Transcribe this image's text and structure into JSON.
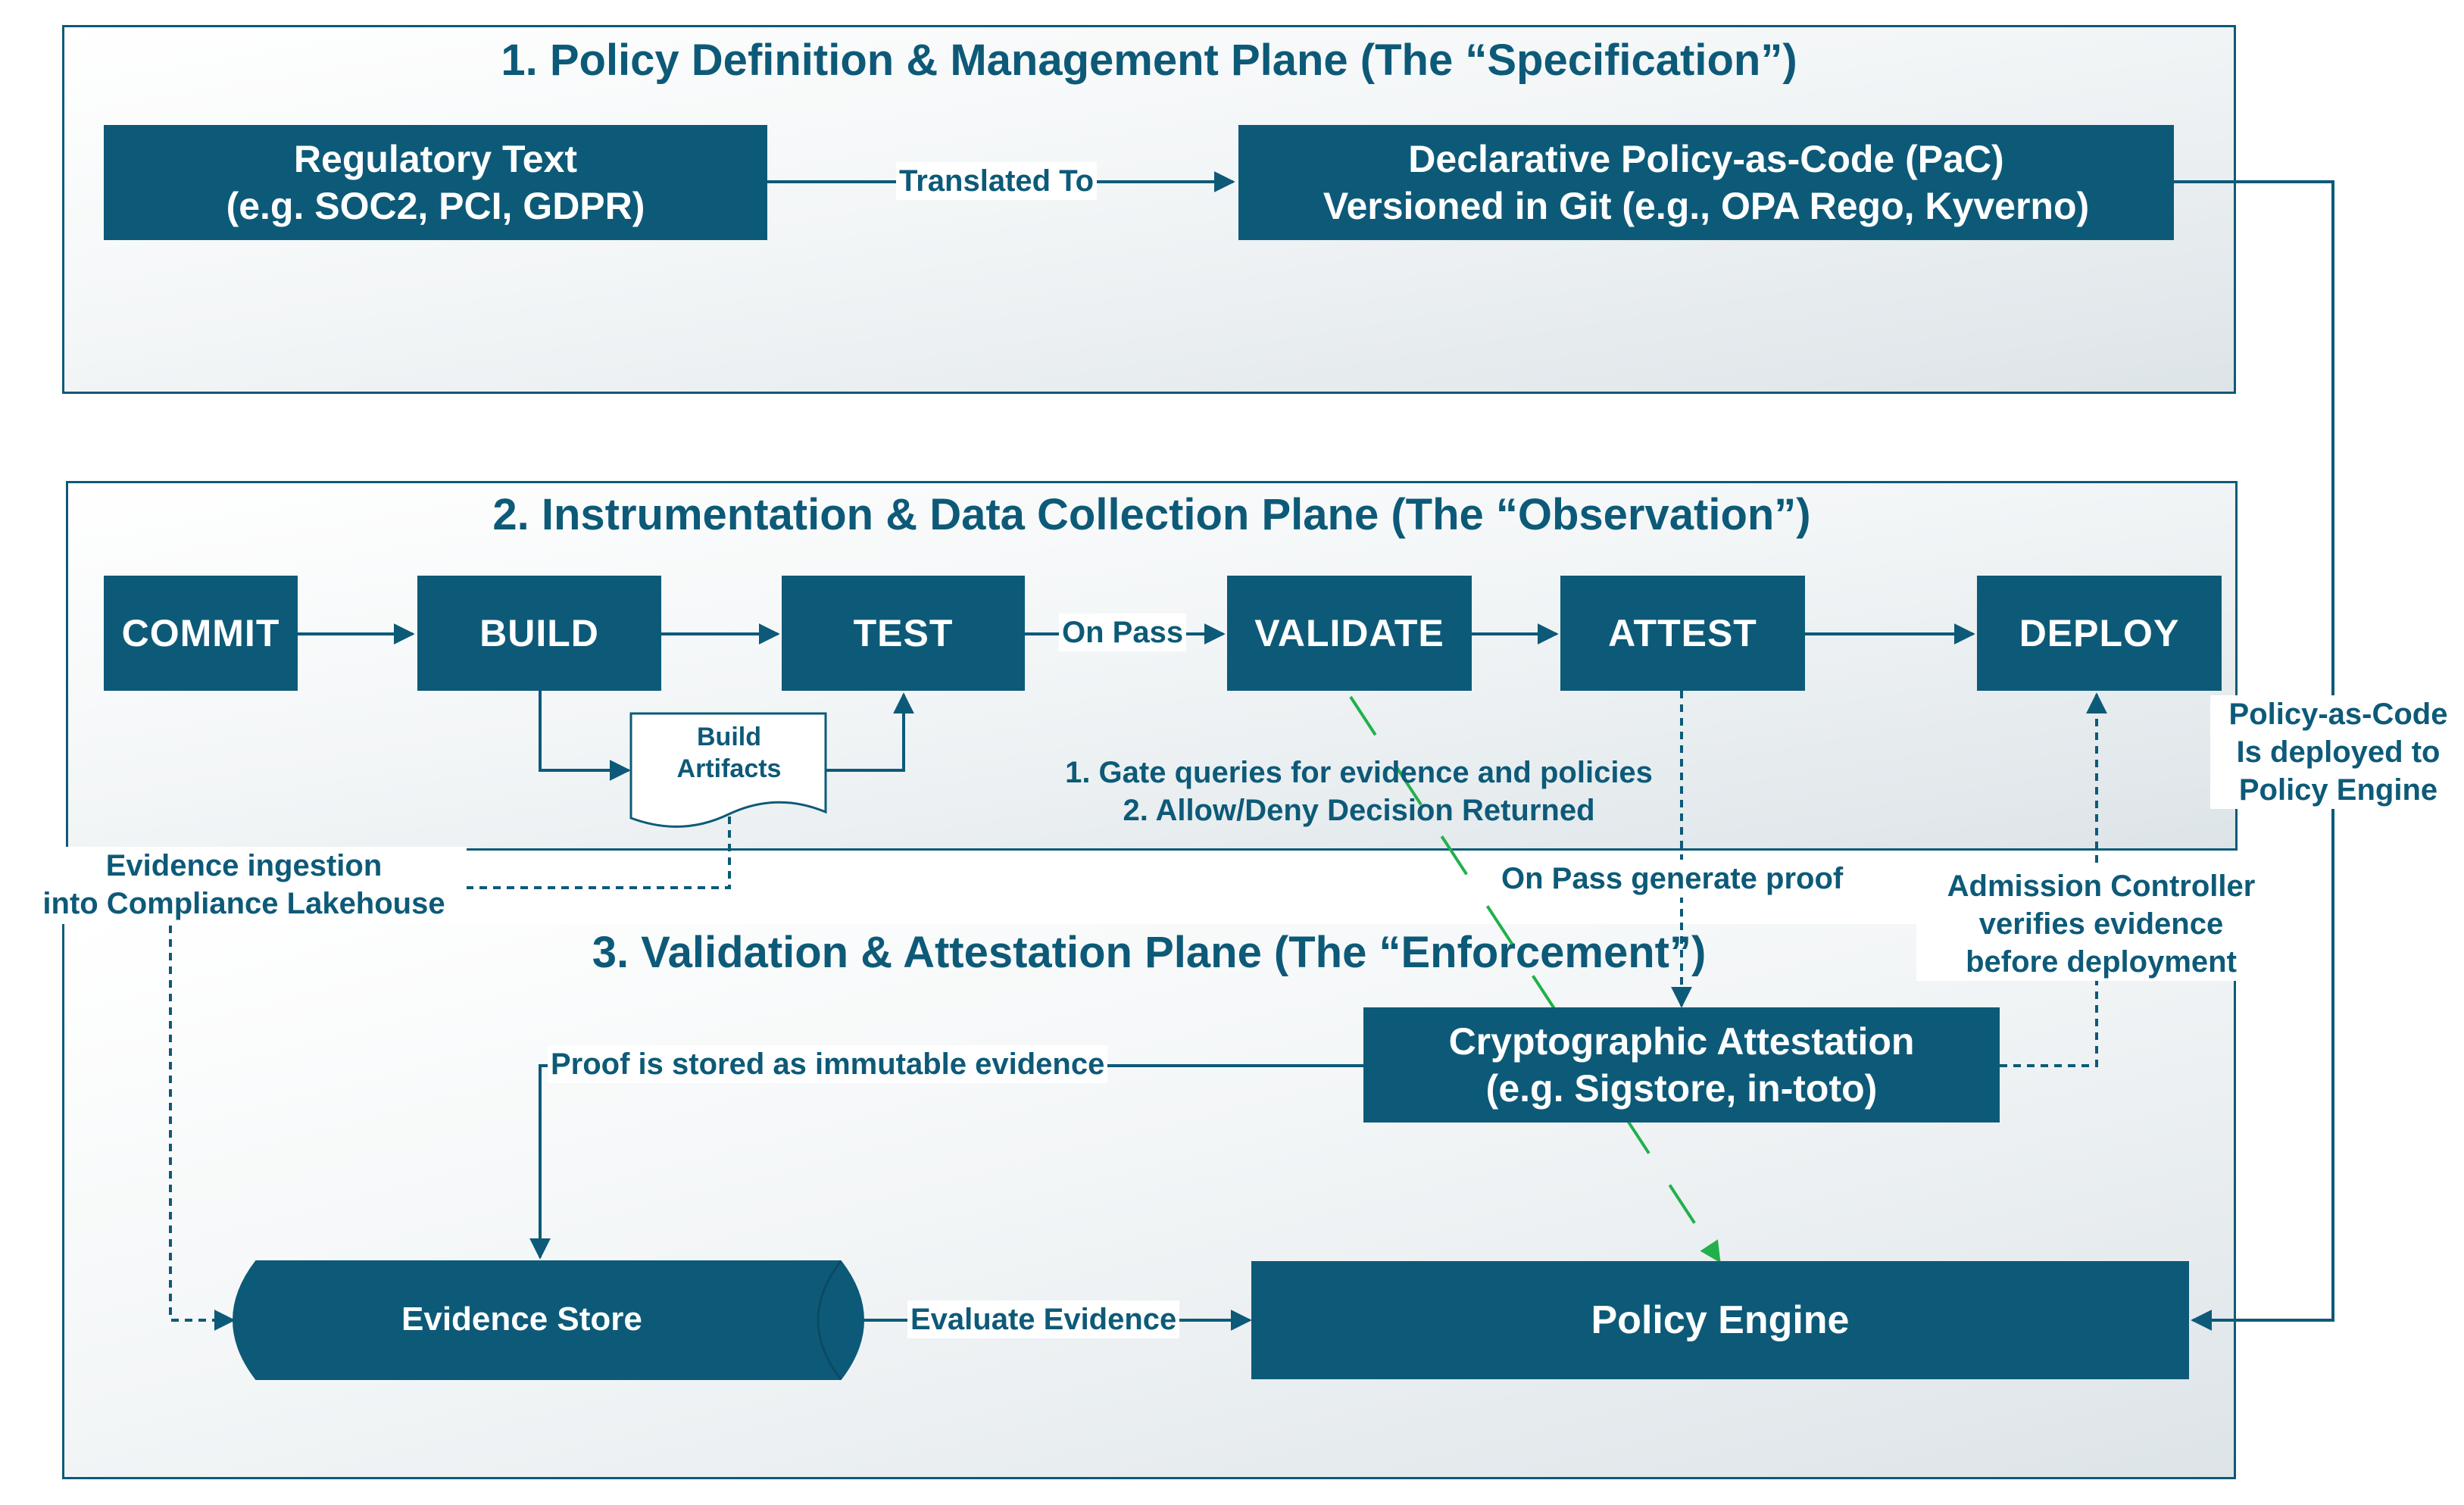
{
  "planes": {
    "p1": {
      "title": "1. Policy Definition & Management Plane (The “Specification”)"
    },
    "p2": {
      "title": "2. Instrumentation & Data Collection Plane (The “Observation”)"
    },
    "p3": {
      "title": "3. Validation & Attestation Plane (The “Enforcement”)"
    }
  },
  "plane1": {
    "regulatory": {
      "line1": "Regulatory Text",
      "line2": "(e.g. SOC2, PCI, GDPR)"
    },
    "translated_label": "Translated To",
    "pac": {
      "line1": "Declarative Policy-as-Code (PaC)",
      "line2": "Versioned in Git (e.g., OPA Rego, Kyverno)"
    }
  },
  "plane2": {
    "stages": [
      "COMMIT",
      "BUILD",
      "TEST",
      "VALIDATE",
      "ATTEST",
      "DEPLOY"
    ],
    "on_pass_label": "On Pass",
    "build_artifacts": {
      "line1": "Build",
      "line2": "Artifacts"
    },
    "gate_note": {
      "line1": "1. Gate queries for evidence and policies",
      "line2": "2. Allow/Deny Decision Returned"
    }
  },
  "side_labels": {
    "evidence_ingestion": {
      "line1": "Evidence ingestion",
      "line2": "into Compliance Lakehouse"
    },
    "on_pass_proof": "On Pass generate proof",
    "admission": {
      "line1": "Admission Controller",
      "line2": "verifies evidence",
      "line3": "before deployment"
    },
    "pac_deployed": {
      "line1": "Policy-as-Code",
      "line2": "Is deployed to",
      "line3": "Policy Engine"
    }
  },
  "plane3": {
    "crypto": {
      "line1": "Cryptographic Attestation",
      "line2": "(e.g. Sigstore, in-toto)"
    },
    "proof_stored_label": "Proof is stored as immutable evidence",
    "evidence_store": "Evidence Store",
    "evaluate_label": "Evaluate Evidence",
    "policy_engine": "Policy Engine"
  },
  "colors": {
    "primary": "#0d5a78",
    "accent_green": "#22b04b",
    "background": "#ffffff"
  }
}
